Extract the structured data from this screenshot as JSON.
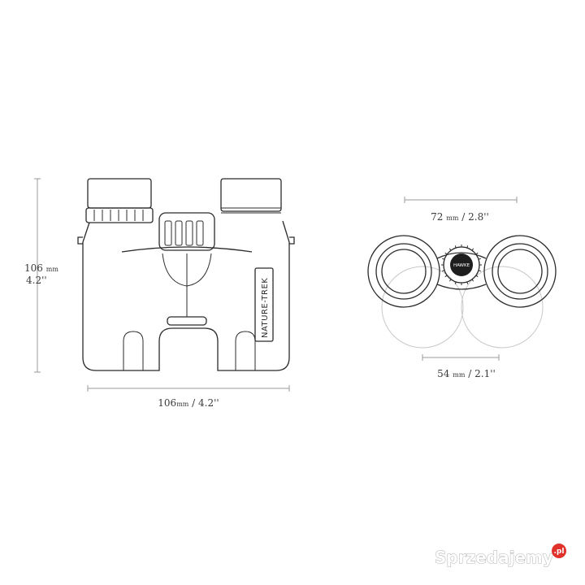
{
  "front_view": {
    "height_dimension": {
      "value": "106",
      "unit": "mm",
      "imperial": "4.2''"
    },
    "width_dimension": {
      "value": "106",
      "unit": "mm",
      "separator": " / ",
      "imperial": "4.2''"
    },
    "body_label": "NATURE-TREK"
  },
  "eyepiece_view": {
    "outer_dimension": {
      "value": "72",
      "unit": "mm",
      "separator": " / ",
      "imperial": "2.8''"
    },
    "inner_dimension": {
      "value": "54",
      "unit": "mm",
      "separator": " / ",
      "imperial": "2.1''"
    },
    "logo_text": "HAWKE"
  },
  "watermark": {
    "text": "Sprzedajemy",
    "suffix": ".pl",
    "badge_color": "#e0312b"
  }
}
